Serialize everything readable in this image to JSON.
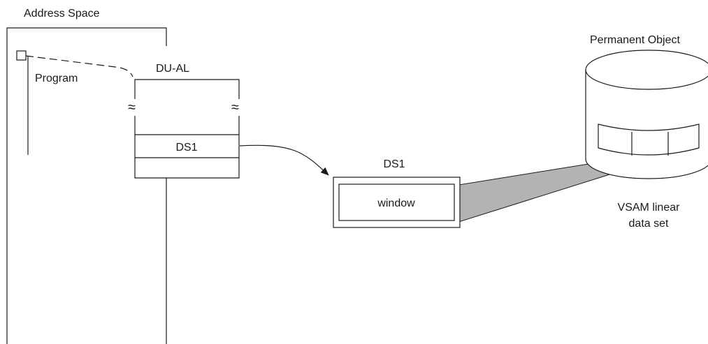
{
  "labels": {
    "address_space": "Address Space",
    "program": "Program",
    "du_al": "DU-AL",
    "du_al_entry": "DS1",
    "dataspace_title": "DS1",
    "window": "window",
    "permanent_object": "Permanent Object",
    "vsam_line1": "VSAM linear",
    "vsam_line2": "data set"
  },
  "glyphs": {
    "break_mark": "≈"
  },
  "colors": {
    "line": "#1a1a1a",
    "projection_fill": "#b3b3b3",
    "background": "#ffffff"
  }
}
